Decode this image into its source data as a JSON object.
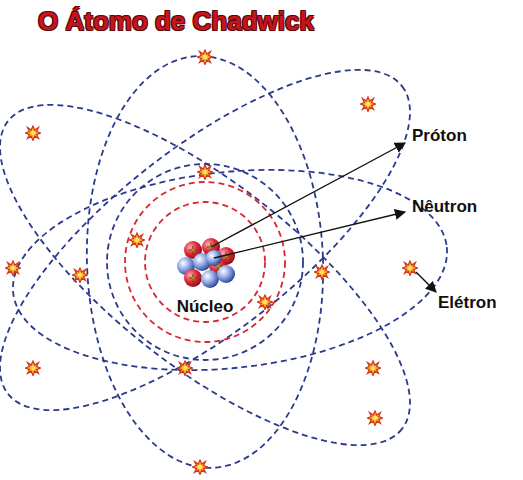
{
  "diagram": {
    "title": "O Átomo de Chadwick",
    "labels": [
      "Próton",
      "Nêutron",
      "Núcleo",
      "Elétron"
    ]
  }
}
